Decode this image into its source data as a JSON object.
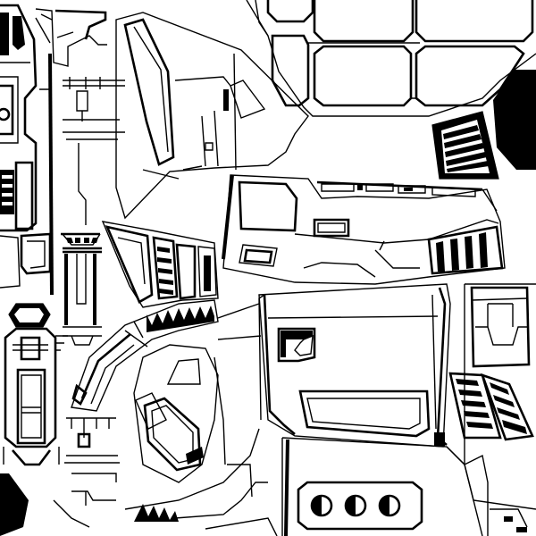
{
  "sheet": {
    "background": "#ffffff",
    "ink": "#000000",
    "pieces": [
      "panel-top-right-window",
      "panel-top-center-wing",
      "panel-middle-hull",
      "panel-center-large",
      "panel-left-column",
      "panel-right-column",
      "panel-bottom-center-vents"
    ]
  }
}
